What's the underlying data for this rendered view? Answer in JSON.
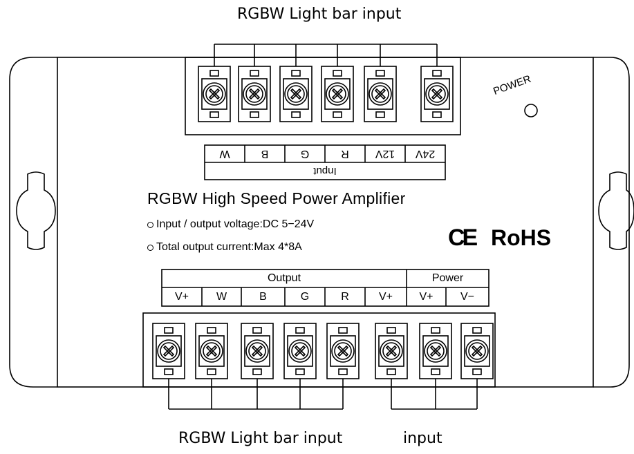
{
  "captions": {
    "top": "RGBW Light bar input",
    "bottom_left": "RGBW Light bar input",
    "bottom_right": "input"
  },
  "device": {
    "title": "RGBW High Speed Power Amplifier",
    "spec_voltage": "Input / output voltage:DC 5−24V",
    "spec_current": "Total output current:Max 4*8A",
    "cert_ce": "CE",
    "cert_rohs": "RoHS",
    "power_label": "POWER"
  },
  "input_table": {
    "header": "Input",
    "pins": [
      "W",
      "B",
      "G",
      "R",
      "12V",
      "24V"
    ]
  },
  "output_table": {
    "group_output": "Output",
    "group_power": "Power",
    "pins": [
      "V+",
      "W",
      "B",
      "G",
      "R",
      "V+",
      "V+",
      "V−"
    ]
  },
  "colors": {
    "line": "#000000",
    "background": "#ffffff"
  }
}
